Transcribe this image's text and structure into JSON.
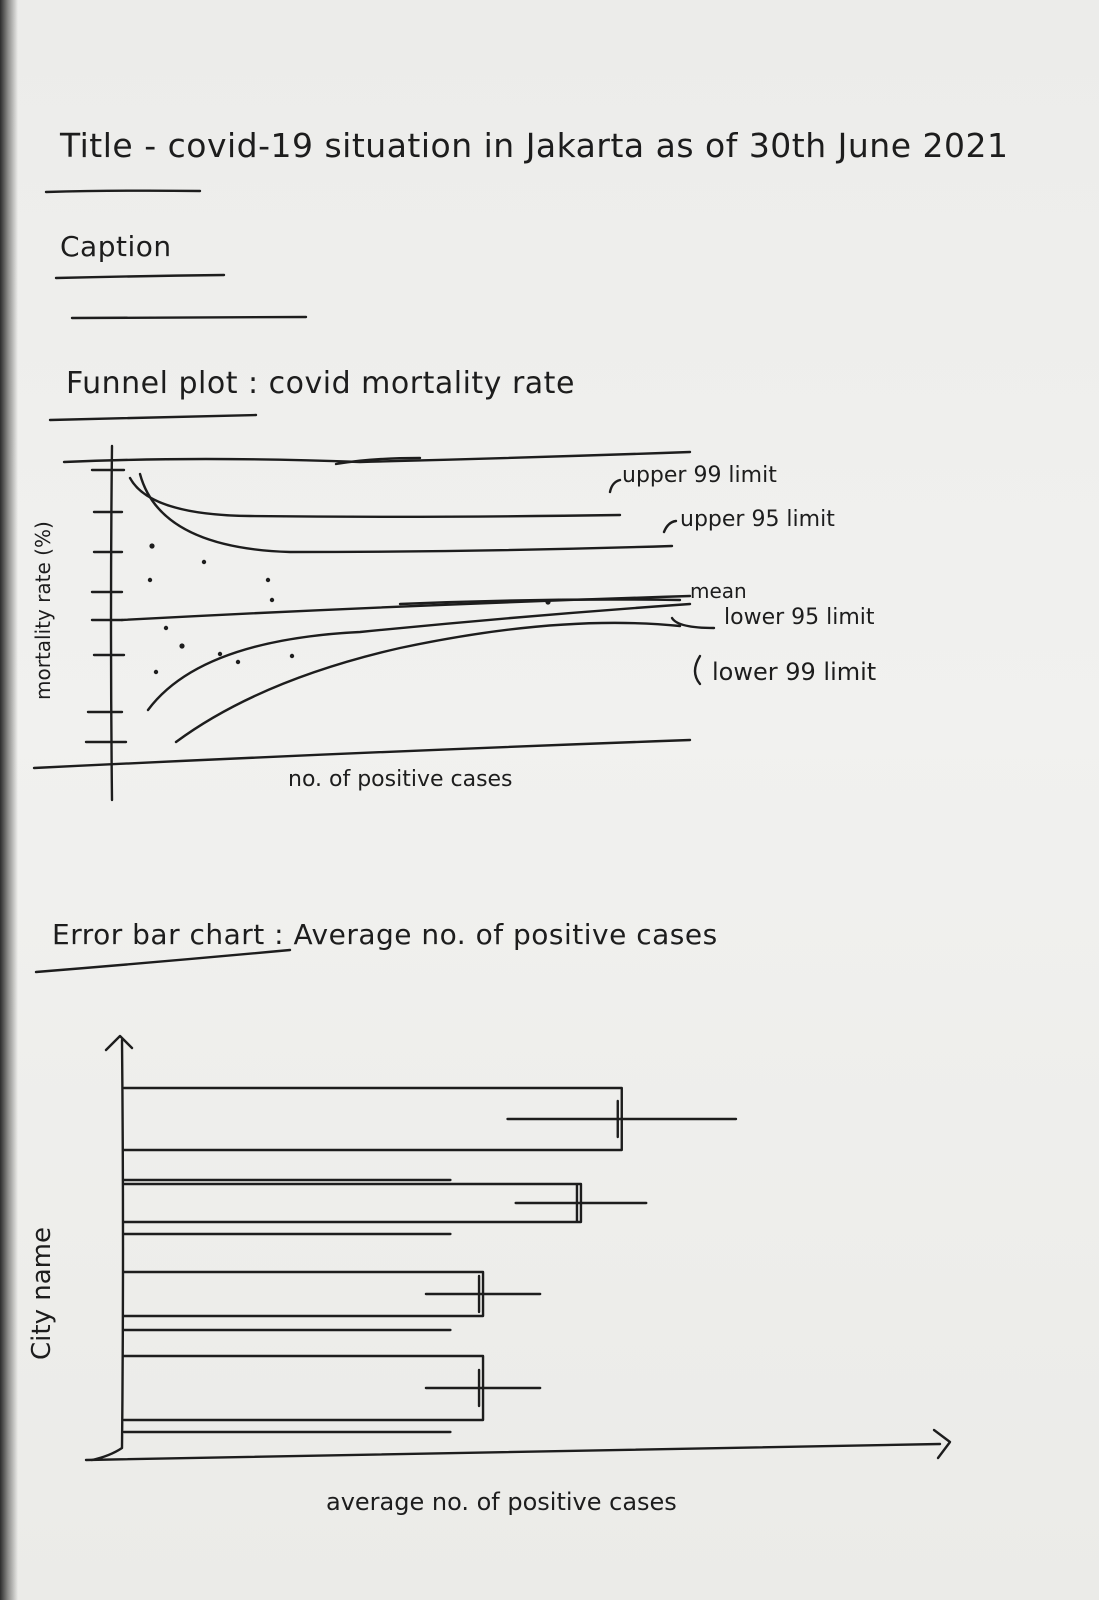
{
  "title": "Title - covid-19 situation in Jakarta as of 30th June 2021",
  "caption": "Caption",
  "funnel_plot": {
    "heading": "Funnel plot : covid mortality rate",
    "ylabel": "mortality rate (%)",
    "xlabel": "no. of positive cases",
    "line_labels": {
      "upper99": "upper 99 limit",
      "upper95": "upper 95 limit",
      "mean": "mean",
      "lower95": "lower 95 limit",
      "lower99": "lower 99 limit"
    }
  },
  "error_bar_chart": {
    "heading": "Error bar chart : Average no. of positive cases",
    "ylabel": "City name",
    "xlabel": "average no. of positive cases"
  },
  "chart_data": [
    {
      "type": "scatter",
      "title": "Funnel plot : covid mortality rate",
      "xlabel": "no. of positive cases",
      "ylabel": "mortality rate (%)",
      "series": [
        {
          "name": "upper 99 limit"
        },
        {
          "name": "upper 95 limit"
        },
        {
          "name": "mean"
        },
        {
          "name": "lower 95 limit"
        },
        {
          "name": "lower 99 limit"
        }
      ]
    },
    {
      "type": "bar",
      "orientation": "horizontal",
      "title": "Error bar chart : Average no. of positive cases",
      "xlabel": "average no. of positive cases",
      "ylabel": "City name",
      "bars": [
        {
          "value": 0.61,
          "error": 0.14
        },
        {
          "value": 0.56,
          "error": 0.08
        },
        {
          "value": 0.44,
          "error": 0.07
        },
        {
          "value": 0.44,
          "error": 0.07
        }
      ]
    }
  ]
}
